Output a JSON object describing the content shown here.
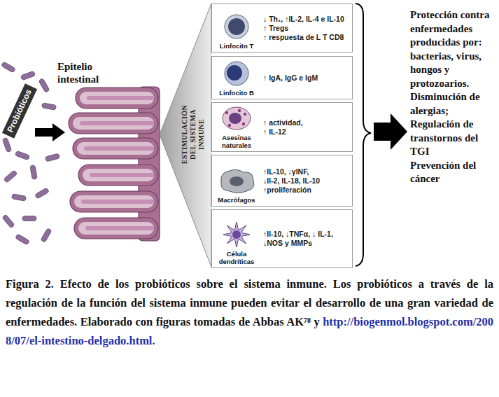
{
  "diagram": {
    "caption": "Figura 2. Efecto de los probióticos sobre el sistema inmune. Los probióticos a través de la regulación de la función del sistema inmune pueden evitar el desarrollo de una gran variedad de enfermedades. Elaborado con figuras tomadas de Abbas AK⁷⁸ y http://biogenmol.blogspot.com/2008/07/el-intestino-delgado.html.",
    "nodes": [
      {
        "text": [
          "Probióticos"
        ]
      },
      {
        "text": [
          "ESTIMULACIÓN DEL SISTEMA INMUNE"
        ]
      },
      {
        "text": [
          "Linfocito T",
          "↓ Th₁, ↑IL-2, IL-4 e IL-10",
          "↑ Tregs",
          "↑ respuesta de L T CD8"
        ]
      },
      {
        "text": [
          "Linfocito B",
          "↑ IgA, IgG e IgM"
        ]
      },
      {
        "text": [
          "Asesinas naturales",
          "↑ actividad,",
          "↑ IL-12"
        ]
      },
      {
        "text": [
          "Macrófagos",
          "↑IL-10, ↓γINF,",
          "↓Il-2, IL-18, IL-10",
          "↑proliferación"
        ]
      },
      {
        "text": [
          "Célula dendríticas",
          "↑Il-10, ↓TNFα, ↓ IL-1, ↓NOS y MMPs"
        ]
      }
    ],
    "labels": [
      "Epitelio intestinal",
      "Protección contra enfermedades producidas por: bacterias, virus, hongos y protozoarios.",
      "Disminución de alergias;",
      "Regulación de transtornos del TGI",
      "Prevención del cáncer"
    ]
  }
}
